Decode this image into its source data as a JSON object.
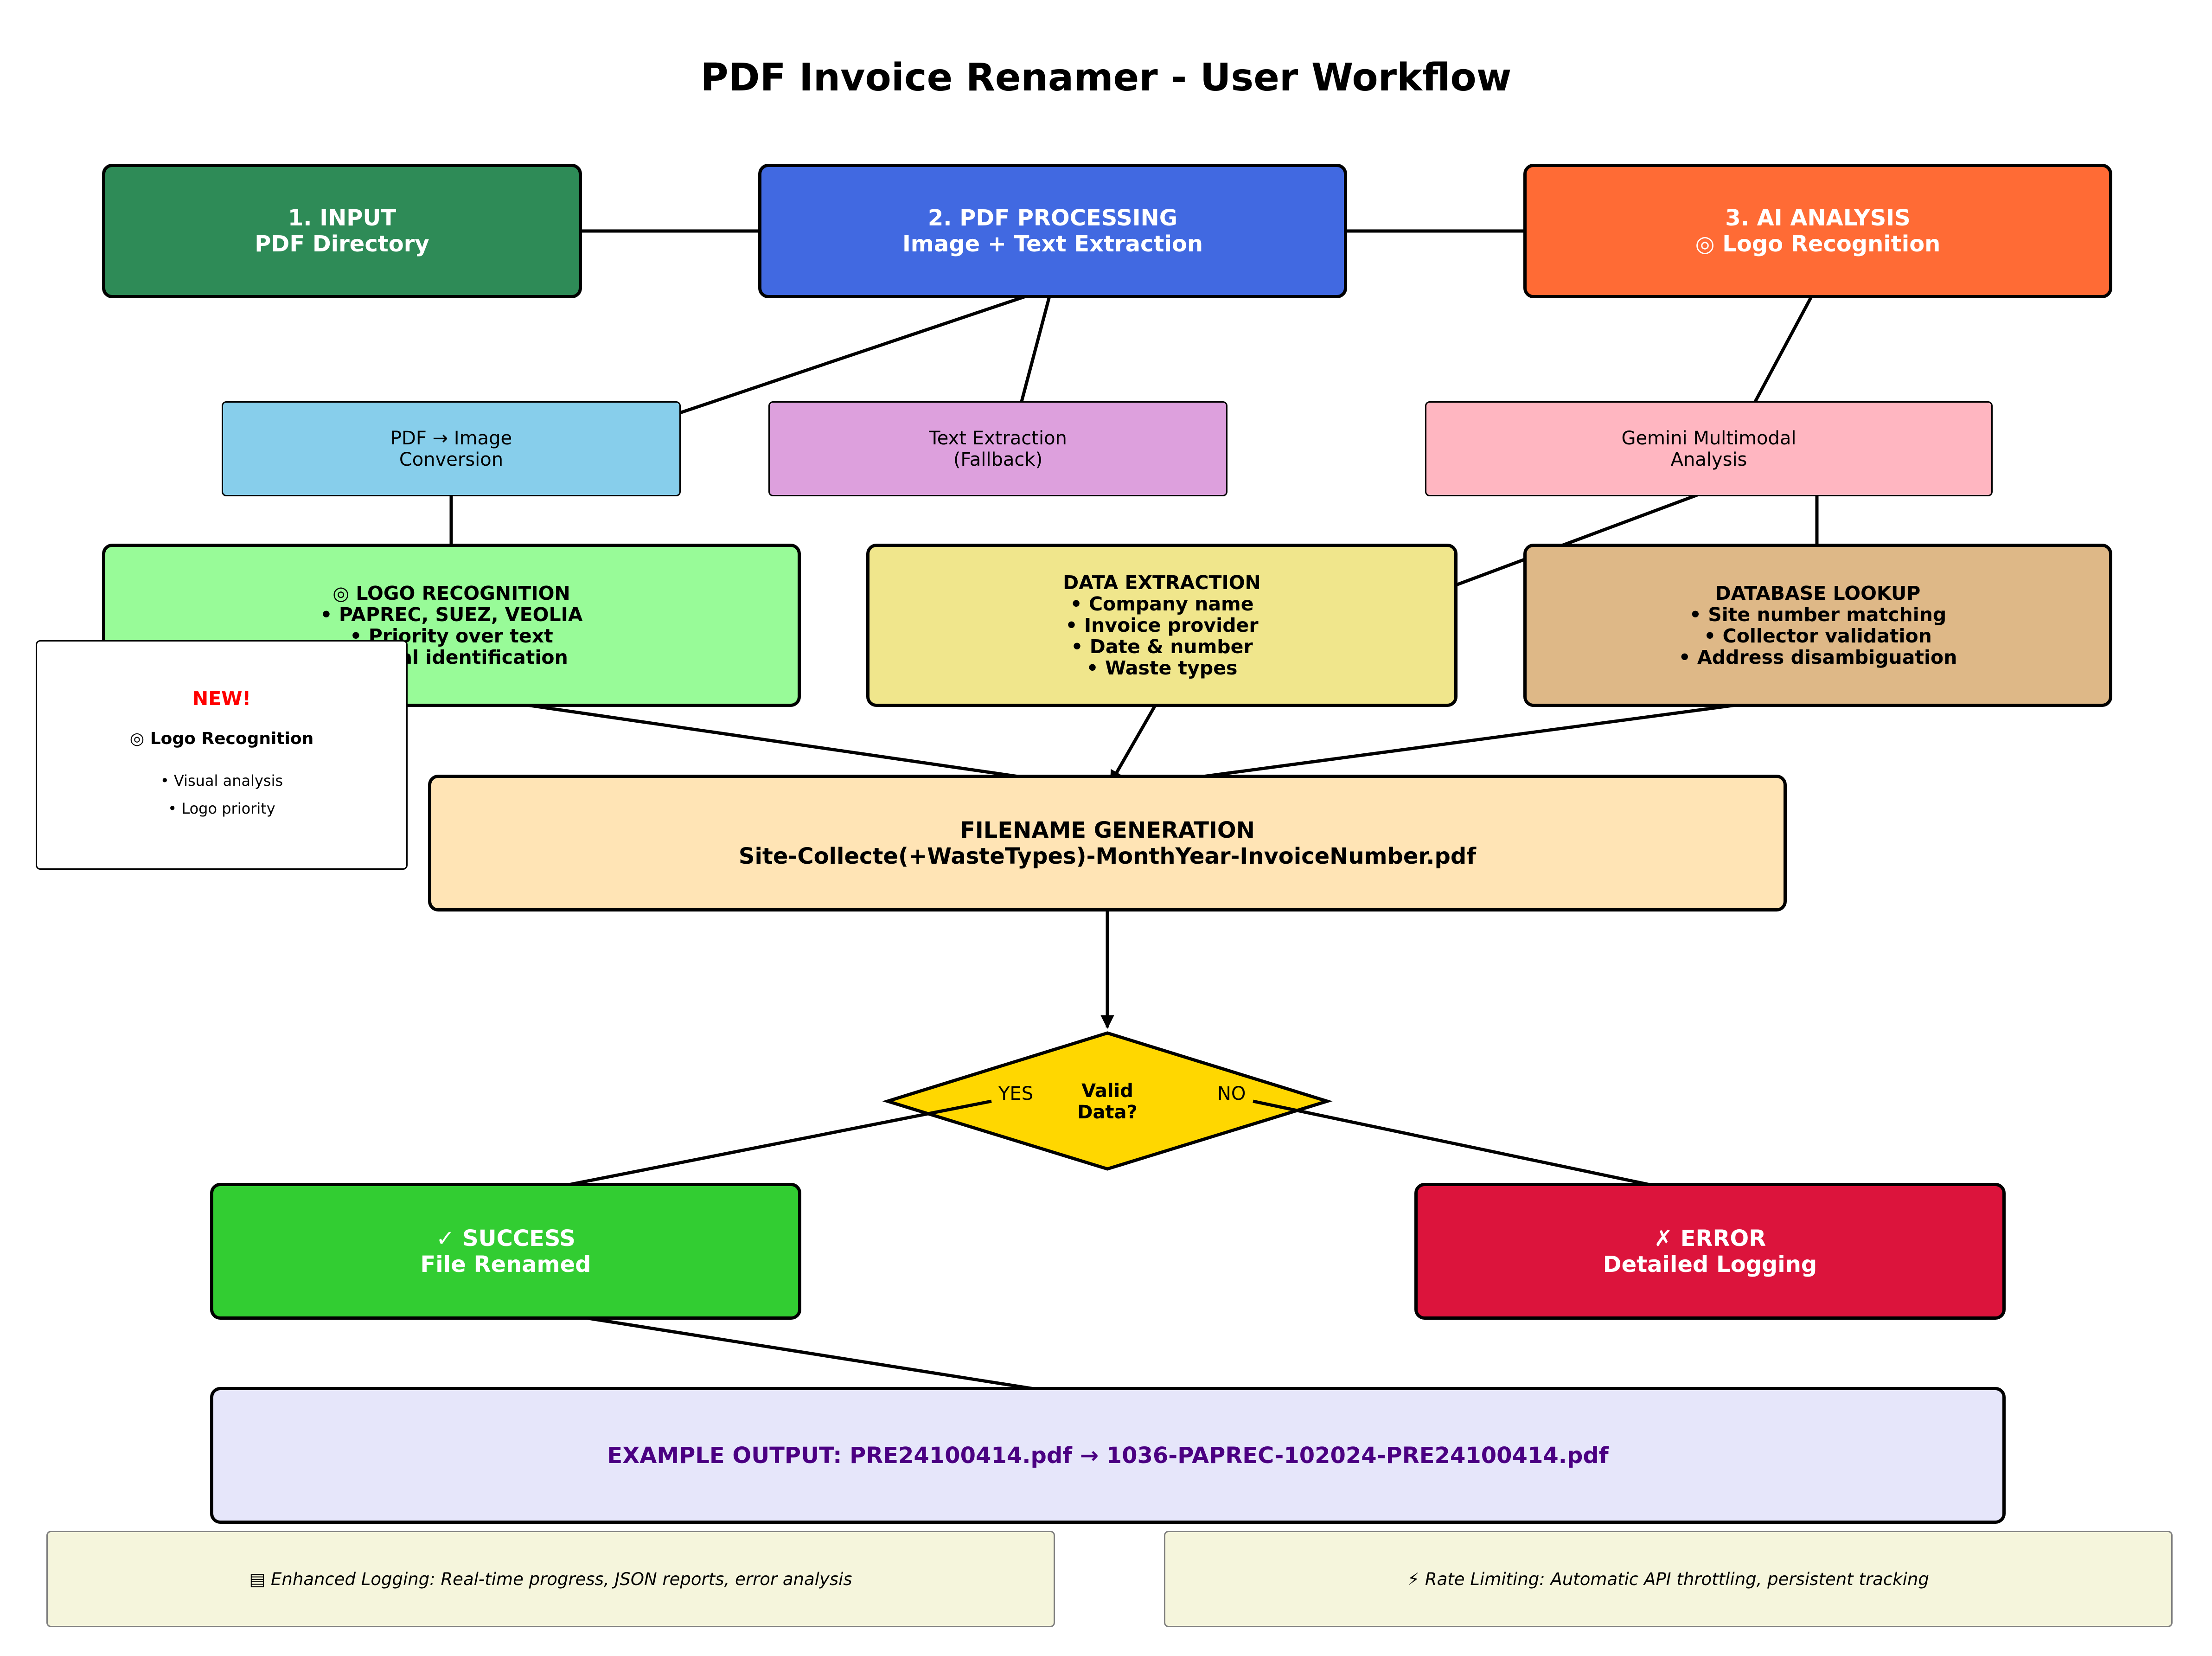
{
  "title": "PDF Invoice Renamer - User Workflow",
  "colors": {
    "input": "#2e8b57",
    "processing": "#4169e1",
    "ai": "#ff6b35",
    "pdf_image": "#87ceeb",
    "text_extraction": "#dda0dd",
    "gemini": "#ffb6c1",
    "logo_recognition": "#98fb98",
    "data_extraction": "#f0e68c",
    "database": "#deb887",
    "filename": "#ffe4b5",
    "decision": "#ffd700",
    "success": "#32cd32",
    "error": "#dc143c",
    "example": "#e6e6fa",
    "example_text": "#4b0082",
    "note": "#f5f5dc",
    "new_label": "#ff0000"
  },
  "stages": {
    "input": {
      "line1": "1. INPUT",
      "line2": "PDF Directory"
    },
    "processing": {
      "line1": "2. PDF PROCESSING",
      "line2": "Image + Text Extraction"
    },
    "ai": {
      "line1": "3. AI ANALYSIS",
      "line2": "Logo Recognition",
      "icon": "target-icon"
    }
  },
  "substeps": {
    "pdf_image": {
      "line1": "PDF → Image",
      "line2": "Conversion"
    },
    "text_extraction": {
      "line1": "Text Extraction",
      "line2": "(Fallback)"
    },
    "gemini": {
      "line1": "Gemini Multimodal",
      "line2": "Analysis"
    }
  },
  "details": {
    "logo_recognition": {
      "heading": "LOGO RECOGNITION",
      "icon": "target-icon",
      "items": [
        "• PAPREC, SUEZ, VEOLIA",
        "• Priority over text",
        "• Visual identification"
      ]
    },
    "data_extraction": {
      "heading": "DATA EXTRACTION",
      "items": [
        "• Company name",
        "• Invoice provider",
        "• Date & number",
        "• Waste types"
      ]
    },
    "database_lookup": {
      "heading": "DATABASE LOOKUP",
      "items": [
        "• Site number matching",
        "• Collector validation",
        "• Address disambiguation"
      ]
    }
  },
  "new_callout": {
    "badge": "NEW!",
    "heading": "Logo Recognition",
    "icon": "target-icon",
    "items": [
      "• Visual analysis",
      "• Logo priority"
    ]
  },
  "filename_generation": {
    "line1": "FILENAME GENERATION",
    "line2": "Site-Collecte(+WasteTypes)-MonthYear-InvoiceNumber.pdf"
  },
  "decision": {
    "line1": "Valid",
    "line2": "Data?",
    "yes_label": "YES",
    "no_label": "NO"
  },
  "outcomes": {
    "success": {
      "line1": "SUCCESS",
      "line2": "File Renamed",
      "icon": "check-icon"
    },
    "error": {
      "line1": "ERROR",
      "line2": "Detailed Logging",
      "icon": "cross-icon"
    }
  },
  "example_output": "EXAMPLE OUTPUT: PRE24100414.pdf → 1036-PAPREC-102024-PRE24100414.pdf",
  "notes": {
    "logging": {
      "text": "Enhanced Logging: Real-time progress, JSON reports, error analysis",
      "icon": "chart-icon"
    },
    "rate_limiting": {
      "text": "Rate Limiting: Automatic API throttling, persistent tracking",
      "icon": "lightning-icon"
    }
  }
}
